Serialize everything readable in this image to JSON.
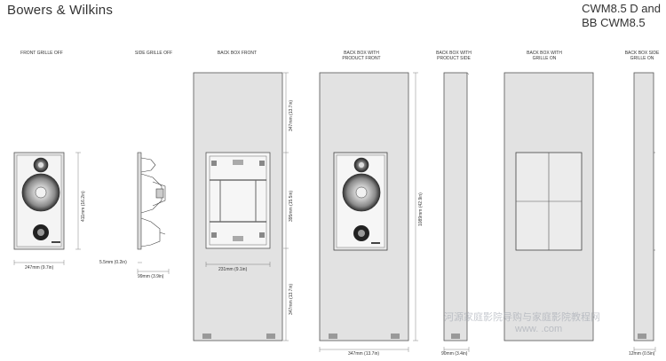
{
  "header": {
    "brand": "Bowers & Wilkins",
    "model_line1": "CWM8.5 D and",
    "model_line2": "BB CWM8.5"
  },
  "views": [
    {
      "label": "FRONT GRILLE OFF"
    },
    {
      "label": "SIDE GRILLE OFF"
    },
    {
      "label": "BACK BOX FRONT"
    },
    {
      "label": "BACK BOX WITH\nPRODUCT FRONT"
    },
    {
      "label": "BACK BOX WITH\nPRODUCT SIDE"
    },
    {
      "label": "BACK BOX WITH\nGRILLE ON"
    },
    {
      "label": "BACK BOX SIDE\nGRILLE ON"
    }
  ],
  "dimensions": {
    "front_height": "411mm (16.2in)",
    "front_width": "247mm (9.7in)",
    "side_protrusion": "5.5mm (0.2in)",
    "side_depth": "99mm (3.9in)",
    "backbox_top": "347mm (13.7in)",
    "backbox_mid": "395mm (15.5in)",
    "backbox_bottom": "347mm (13.7in)",
    "backbox_inner_width": "231mm (9.1in)",
    "backbox_total_height": "1089mm (42.9in)",
    "backbox_width": "347mm (13.7in)",
    "backbox_side_depth": "90mm (3.4in)",
    "grille_side_depth": "12mm (0.5in)"
  },
  "watermark": {
    "line1": "河源家庭影院导购与家庭影院教程网",
    "line2": "www.      .com"
  }
}
